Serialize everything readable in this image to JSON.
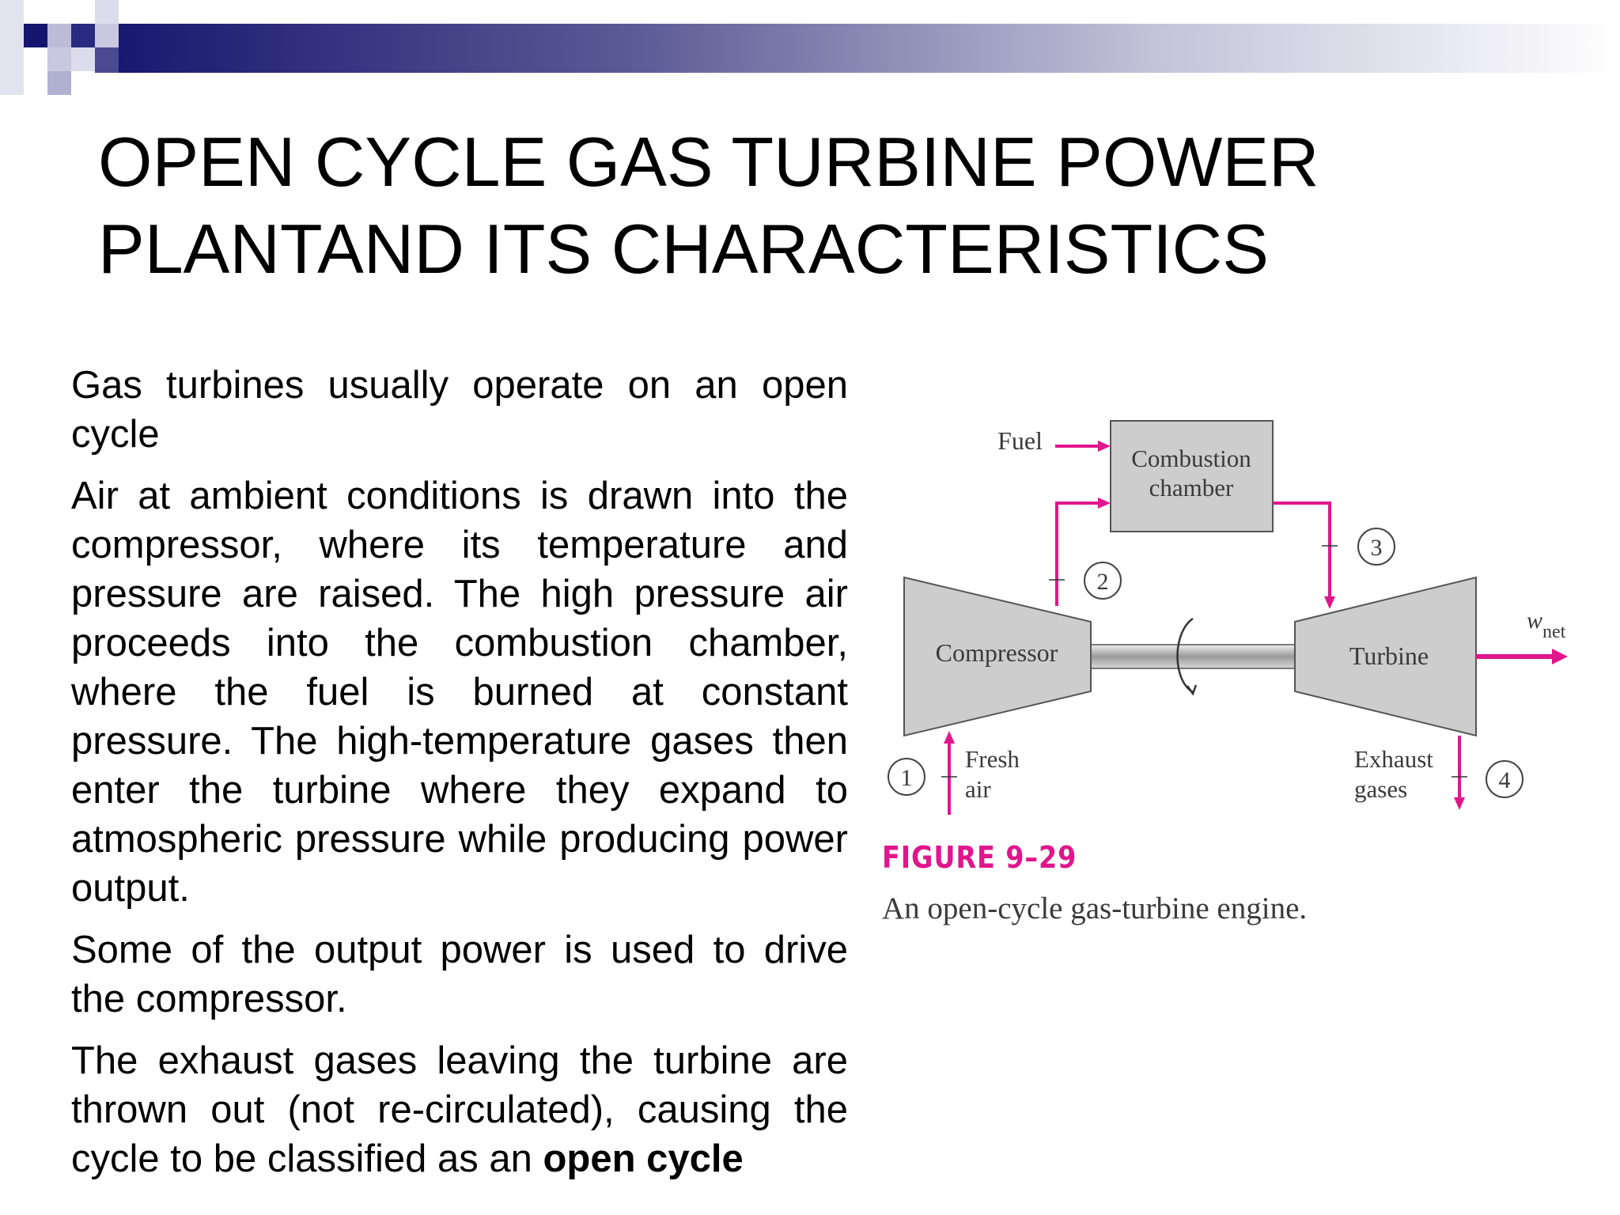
{
  "slide": {
    "title_line1": "OPEN CYCLE GAS TURBINE POWER",
    "title_line2": "PLANTAND ITS CHARACTERISTICS"
  },
  "body": {
    "p1": "Gas turbines usually operate on an open cycle",
    "p2": "Air at ambient conditions is drawn into the compressor, where its temperature and pressure are raised. The high pressure air proceeds into the combustion chamber, where the fuel is burned at constant pressure. The high-temperature gases then enter the turbine where they expand to atmospheric pressure while producing power output.",
    "p3": "Some of the output power is used to drive the compressor.",
    "p4_prefix": "The exhaust gases leaving the turbine are thrown out (not re-circulated), causing the cycle to be classified as an ",
    "p4_bold": "open cycle"
  },
  "diagram": {
    "fuel_label": "Fuel",
    "combustion_label_line1": "Combustion",
    "combustion_label_line2": "chamber",
    "compressor_label": "Compressor",
    "turbine_label": "Turbine",
    "fresh_air_line1": "Fresh",
    "fresh_air_line2": "air",
    "exhaust_line1": "Exhaust",
    "exhaust_line2": "gases",
    "wnet_symbol": "w",
    "wnet_subscript": "net",
    "state_1": "1",
    "state_2": "2",
    "state_3": "3",
    "state_4": "4"
  },
  "figure": {
    "number": "FIGURE 9–29",
    "caption": "An open-cycle gas-turbine engine."
  },
  "colors": {
    "accent_magenta": "#e0168c",
    "header_navy": "#1a1a7a",
    "component_gray": "#cdcdcd"
  }
}
